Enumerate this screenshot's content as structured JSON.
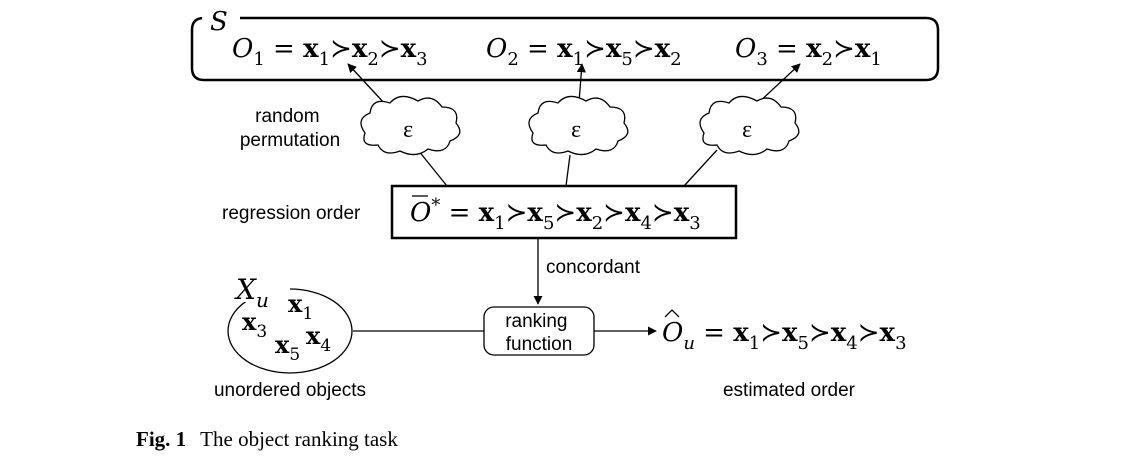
{
  "set_label": "S",
  "observed_orders": [
    {
      "name": "O",
      "index": "1",
      "sequence": [
        {
          "name": "x",
          "index": "1"
        },
        {
          "name": "x",
          "index": "2"
        },
        {
          "name": "x",
          "index": "3"
        }
      ]
    },
    {
      "name": "O",
      "index": "2",
      "sequence": [
        {
          "name": "x",
          "index": "1"
        },
        {
          "name": "x",
          "index": "5"
        },
        {
          "name": "x",
          "index": "2"
        }
      ]
    },
    {
      "name": "O",
      "index": "3",
      "sequence": [
        {
          "name": "x",
          "index": "2"
        },
        {
          "name": "x",
          "index": "1"
        }
      ]
    }
  ],
  "random_permutation_label": [
    "random",
    "permutation"
  ],
  "noise_symbol": "ε",
  "regression_order_label": "regression order",
  "regression_order": {
    "name": "O",
    "sup": "*",
    "sequence": [
      {
        "name": "x",
        "index": "1"
      },
      {
        "name": "x",
        "index": "5"
      },
      {
        "name": "x",
        "index": "2"
      },
      {
        "name": "x",
        "index": "4"
      },
      {
        "name": "x",
        "index": "3"
      }
    ]
  },
  "concordant_label": "concordant",
  "unordered_set": {
    "name": "X",
    "index": "u",
    "objects": [
      {
        "name": "x",
        "index": "1"
      },
      {
        "name": "x",
        "index": "3"
      },
      {
        "name": "x",
        "index": "4"
      },
      {
        "name": "x",
        "index": "5"
      }
    ]
  },
  "ranking_function_label": [
    "ranking",
    "function"
  ],
  "estimated": {
    "name": "O",
    "index": "u",
    "sequence": [
      {
        "name": "x",
        "index": "1"
      },
      {
        "name": "x",
        "index": "5"
      },
      {
        "name": "x",
        "index": "4"
      },
      {
        "name": "x",
        "index": "3"
      }
    ]
  },
  "unordered_objects_label": "unordered objects",
  "estimated_order_label": "estimated order",
  "caption": {
    "label": "Fig. 1",
    "text": "The object ranking task"
  },
  "symbols": {
    "precedes": "≻",
    "equals": "="
  },
  "colors": {
    "stroke": "#000000",
    "text": "#000000",
    "background": "#ffffff"
  }
}
